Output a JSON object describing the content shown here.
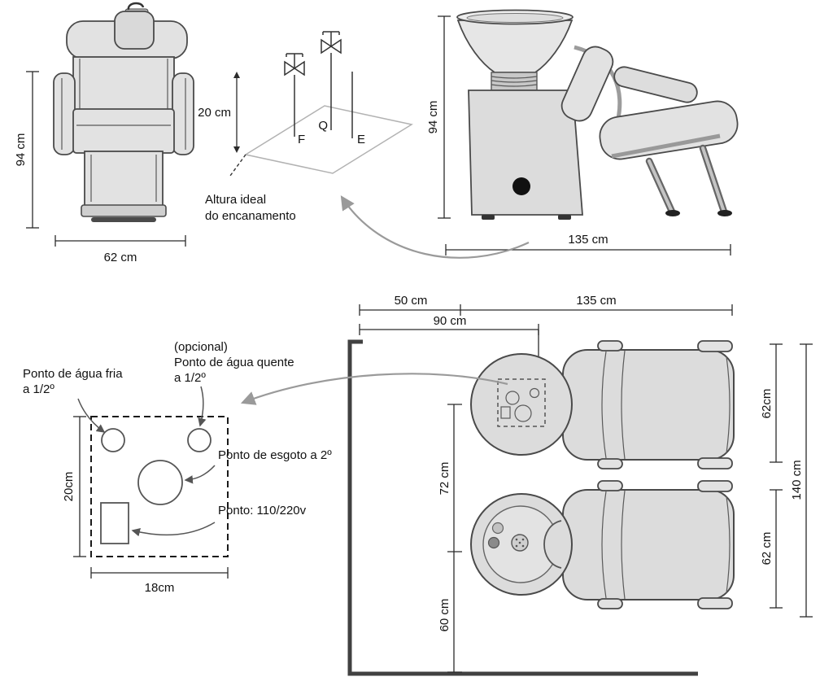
{
  "figure": {
    "front_view": {
      "height": "94 cm",
      "width": "62 cm"
    },
    "plumbing_height": {
      "dimension": "20 cm",
      "cold": "F",
      "hot": "Q",
      "drain": "E",
      "caption1": "Altura ideal",
      "caption2": "do encanamento"
    },
    "side_view": {
      "height": "94 cm",
      "length": "135 cm"
    },
    "connection_points": {
      "cold1": "Ponto de água fria",
      "cold2": "a 1/2º",
      "optional": "(opcional)",
      "hot1": "Ponto de água quente",
      "hot2": "a 1/2º",
      "drain": "Ponto de esgoto a 2º",
      "power": "Ponto: 110/220v",
      "height": "20cm",
      "width": "18cm"
    },
    "top_view": {
      "wall_offset": "50 cm",
      "chair_length": "135 cm",
      "basin_offset": "90 cm",
      "basin_spacing": "72 cm",
      "basin_to_wall": "60 cm",
      "chair_width_upper": "62cm",
      "total_depth": "140 cm",
      "chair_width_lower": "62 cm"
    }
  }
}
